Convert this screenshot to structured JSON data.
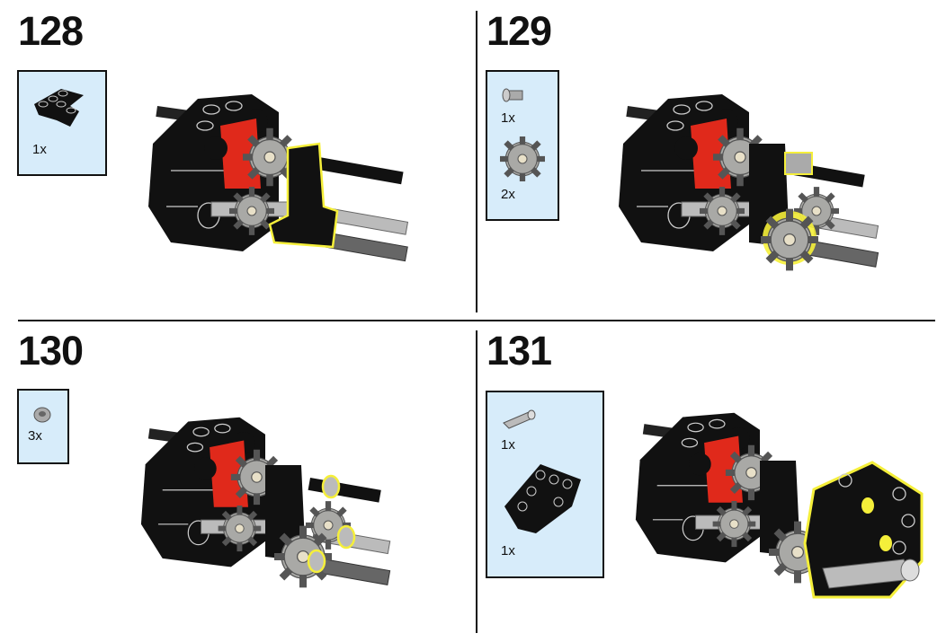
{
  "steps": [
    {
      "number": "128",
      "parts": [
        {
          "name": "t-beam-icon",
          "qty": "1x"
        }
      ]
    },
    {
      "number": "129",
      "parts": [
        {
          "name": "bushing-icon",
          "qty": "1x"
        },
        {
          "name": "gear-icon",
          "qty": "2x"
        }
      ]
    },
    {
      "number": "130",
      "parts": [
        {
          "name": "half-bushing-icon",
          "qty": "3x"
        }
      ]
    },
    {
      "number": "131",
      "parts": [
        {
          "name": "axle-connector-icon",
          "qty": "1x"
        },
        {
          "name": "triangle-beam-icon",
          "qty": "1x"
        }
      ]
    }
  ],
  "colors": {
    "panel": "#d7ecfa",
    "highlight": "#f5ef3a",
    "red": "#e0291b",
    "black": "#111111",
    "gray": "#9a9a98"
  }
}
